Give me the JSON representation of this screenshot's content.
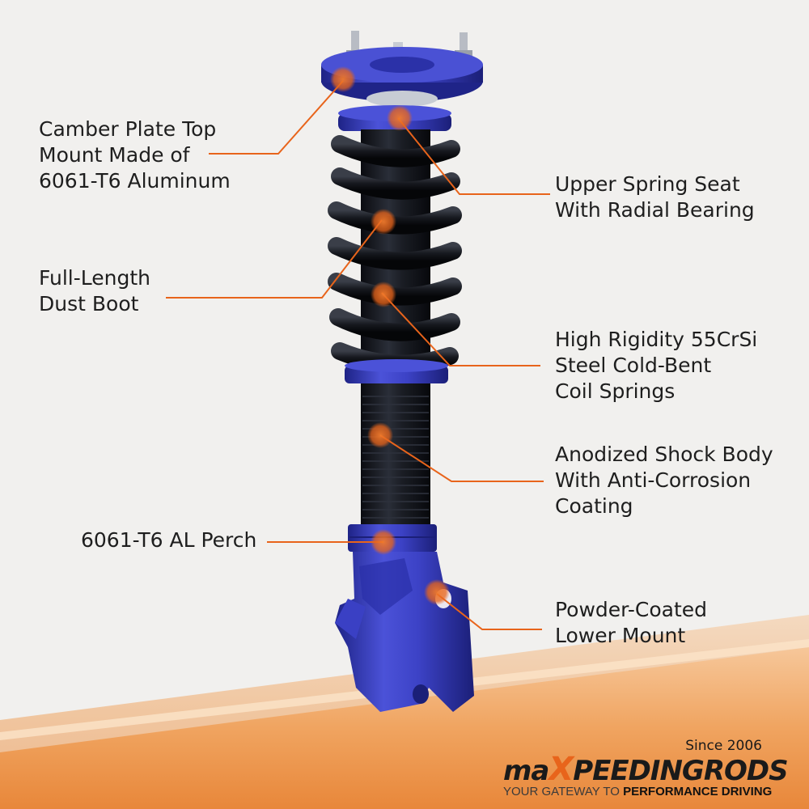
{
  "callouts": [
    {
      "id": "camber-plate",
      "lines": [
        "Camber Plate Top",
        "Mount Made of",
        "6061-T6 Aluminum"
      ]
    },
    {
      "id": "upper-spring-seat",
      "lines": [
        "Upper Spring Seat",
        "With Radial Bearing"
      ]
    },
    {
      "id": "dust-boot",
      "lines": [
        "Full-Length",
        "Dust Boot"
      ]
    },
    {
      "id": "coil-springs",
      "lines": [
        "High Rigidity 55CrSi",
        "Steel Cold-Bent",
        "Coil Springs"
      ]
    },
    {
      "id": "shock-body",
      "lines": [
        "Anodized Shock Body",
        "With Anti-Corrosion",
        "Coating"
      ]
    },
    {
      "id": "perch",
      "lines": [
        "6061-T6 AL Perch"
      ]
    },
    {
      "id": "lower-mount",
      "lines": [
        "Powder-Coated",
        "Lower Mount"
      ]
    }
  ],
  "brand": {
    "since": "Since 2006",
    "logo_prefix": "ma",
    "logo_x": "X",
    "logo_suffix": "PEEDINGRODS",
    "tagline_plain": "YOUR GATEWAY TO ",
    "tagline_bold": "PERFORMANCE DRIVING"
  },
  "colors": {
    "accent": "#e8641b",
    "strut_blue": "#3a3fc4",
    "spring_black": "#121418",
    "text": "#1e1e1e"
  }
}
